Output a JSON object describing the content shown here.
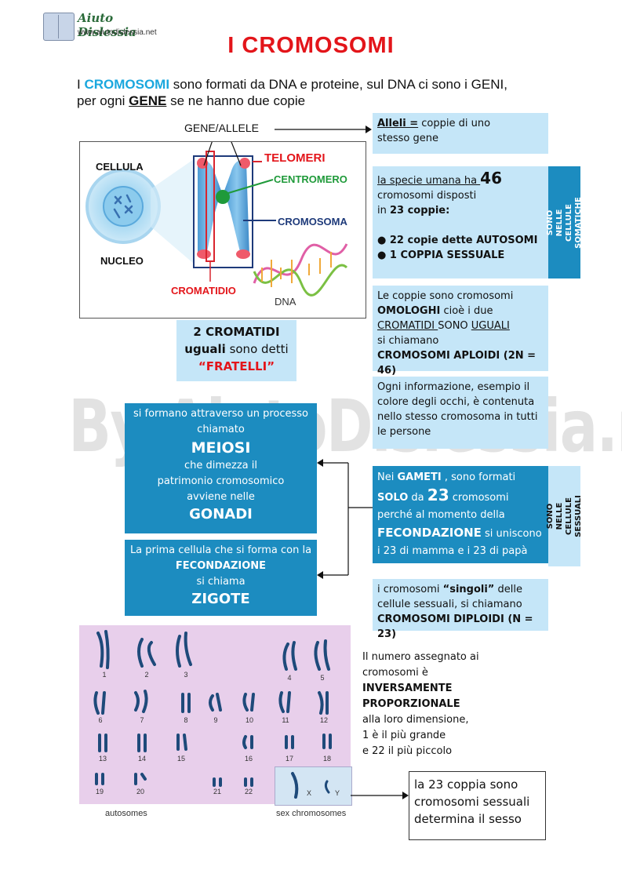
{
  "logo": {
    "brand": "Aiuto Dislessia",
    "url": "www.aiutodislessia.net"
  },
  "title": "I CROMOSOMI",
  "intro": {
    "p1": "I ",
    "cromosomi": "CROMOSOMI",
    "p2": " sono formati da DNA e proteine, sul DNA ci sono i GENI,",
    "p3": "per ogni ",
    "gene": "GENE",
    "p4": " se ne hanno due copie"
  },
  "diagram": {
    "gene_allele": "GENE/ALLELE",
    "cellula": "CELLULA",
    "nucleo": "NUCLEO",
    "telomeri": "TELOMERI",
    "centromero": "CENTROMERO",
    "cromosoma": "CROMOSOMA",
    "cromatidio": "CROMATIDIO",
    "dna": "DNA"
  },
  "alleli": {
    "term": "Alleli =",
    "text1": " coppie di uno",
    "text2": "stesso gene"
  },
  "specie": {
    "l1": "la specie umana ha ",
    "n46": "46",
    "l2": "cromosomi disposti",
    "l3a": " in ",
    "l3b": "23 coppie:",
    "b1": "● 22 copie dette AUTOSOMI",
    "b2": "● 1 COPPIA SESSUALE"
  },
  "somatiche": "SONO NELLE CELLULE SOMATICHE",
  "omologhi": {
    "l1": "Le coppie sono cromosomi",
    "l2a": "OMOLOGHI",
    "l2b": " cioè i due",
    "l3a": "CROMATIDI ",
    "l3b": "SONO ",
    "l3c": "UGUALI",
    "l4": "si chiamano",
    "l5": "CROMOSOMI APLOIDI (2N = 46)"
  },
  "fratelli": {
    "l1": "2 CROMATIDI",
    "l2a": "uguali",
    "l2b": " sono detti",
    "l3": "“FRATELLI”"
  },
  "informazione": {
    "l1": "Ogni informazione, esempio il",
    "l2": "colore degli occhi, è contenuta",
    "l3": "nello stesso cromosoma in tutti",
    "l4": "le persone"
  },
  "watermark": "By AiutoDislessia.net",
  "meiosi": {
    "l1": "si formano attraverso un processo",
    "l2": "chiamato",
    "big1": "MEIOSI",
    "l3": "che dimezza il",
    "l4": "patrimonio cromosomico",
    "l5": "avviene nelle",
    "big2": "GONADI"
  },
  "gameti": {
    "l1a": "Nei ",
    "l1b": "GAMETI",
    "l1c": " , sono formati",
    "l2a": "SOLO",
    "l2b": " da ",
    "l2c": "23",
    "l2d": "  cromosomi",
    "l3": "perché al momento della",
    "l4a": "FECONDAZIONE",
    "l4b": " si uniscono",
    "l5": "i 23 di mamma e i 23 di papà"
  },
  "sessuali": "SONO NELLE CELLULE SESSUALI",
  "zigote": {
    "l1": "La prima cellula che si forma con la",
    "l2": "FECONDAZIONE",
    "l3": "si chiama",
    "big": "ZIGOTE"
  },
  "singoli": {
    "l1a": "i cromosomi ",
    "l1b": "“singoli”",
    "l1c": " delle",
    "l2": "cellule sessuali, si chiamano",
    "l3": "CROMOSOMI DIPLOIDI (N = 23)"
  },
  "karyotype": {
    "numbers": [
      "1",
      "2",
      "3",
      "4",
      "5",
      "6",
      "7",
      "8",
      "9",
      "10",
      "11",
      "12",
      "13",
      "14",
      "15",
      "16",
      "17",
      "18",
      "19",
      "20",
      "21",
      "22"
    ],
    "x": "X",
    "y": "Y",
    "autosomes": "autosomes",
    "sex": "sex chromosomes"
  },
  "numero": {
    "l1": "Il numero assegnato ai",
    "l2": "cromosomi è",
    "l3": "INVERSAMENTE PROPORZIONALE",
    "l4": "alla loro dimensione,",
    "l5": "1 è il più grande",
    "l6": "e 22 il più piccolo"
  },
  "coppia23": {
    "l1": "la 23 coppia sono",
    "l2": "cromosomi sessuali",
    "l3": "determina il sesso"
  }
}
